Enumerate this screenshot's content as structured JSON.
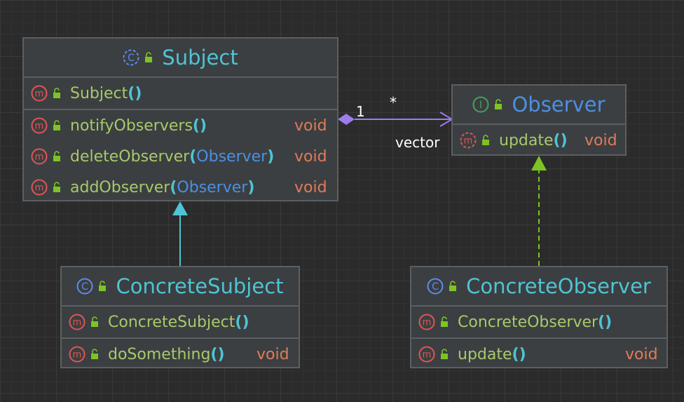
{
  "nodes": {
    "subject": {
      "title": "Subject",
      "members": [
        {
          "name": "Subject",
          "parens_open": "(",
          "param": "",
          "parens_close": ")",
          "returns": ""
        },
        {
          "name": "notifyObservers",
          "parens_open": "(",
          "param": "",
          "parens_close": ")",
          "returns": "void"
        },
        {
          "name": "deleteObserver",
          "parens_open": "(",
          "param": "Observer",
          "parens_close": ")",
          "returns": "void"
        },
        {
          "name": "addObserver",
          "parens_open": "(",
          "param": "Observer",
          "parens_close": ")",
          "returns": "void"
        }
      ]
    },
    "observer": {
      "title": "Observer",
      "members": [
        {
          "name": "update",
          "parens_open": "(",
          "param": "",
          "parens_close": ")",
          "returns": "void"
        }
      ]
    },
    "concrete_subject": {
      "title": "ConcreteSubject",
      "members": [
        {
          "name": "ConcreteSubject",
          "parens_open": "(",
          "param": "",
          "parens_close": ")",
          "returns": ""
        },
        {
          "name": "doSomething",
          "parens_open": "(",
          "param": "",
          "parens_close": ")",
          "returns": "void"
        }
      ]
    },
    "concrete_observer": {
      "title": "ConcreteObserver",
      "members": [
        {
          "name": "ConcreteObserver",
          "parens_open": "(",
          "param": "",
          "parens_close": ")",
          "returns": ""
        },
        {
          "name": "update",
          "parens_open": "(",
          "param": "",
          "parens_close": ")",
          "returns": "void"
        }
      ]
    }
  },
  "edges": {
    "aggregation": {
      "source_multiplicity": "1",
      "target_multiplicity": "*",
      "role": "vector"
    }
  },
  "icons": {
    "class": "class-icon",
    "interface": "interface-icon",
    "method": "method-icon",
    "public": "public-lock-icon"
  },
  "colors": {
    "background": "#2b2b2b",
    "node_fill": "#3c3f41",
    "node_border": "#5c5f61",
    "title": "#4fc4d4",
    "method_name": "#a8c96b",
    "param_type": "#4a8fe6",
    "return_type": "#e07b5a",
    "inheritance": "#4fc4d4",
    "realization": "#7cc424",
    "aggregation": "#9d7cf0"
  }
}
